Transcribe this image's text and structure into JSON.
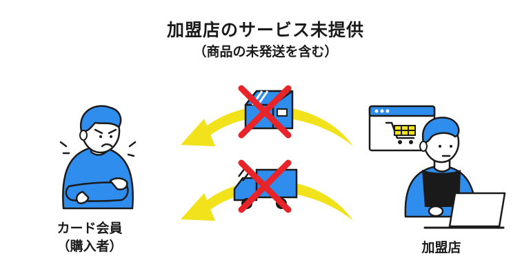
{
  "title": "加盟店のサービス未提供",
  "subtitle": "（商品の未発送を含む）",
  "card_member": {
    "label_line1": "カード会員",
    "label_line2": "（購入者）"
  },
  "merchant": {
    "label": "加盟店"
  },
  "colors": {
    "blue": "#2f8ded",
    "yellow": "#f2e21b",
    "red": "#e8242b",
    "outline": "#1a1a1a",
    "skin": "#ffffff",
    "apron": "#1a1a1a"
  },
  "icons": {
    "package": "package-icon",
    "truck": "delivery-truck-icon",
    "cross": "cross-mark-icon",
    "browser": "browser-window-icon",
    "cart": "shopping-cart-icon",
    "laptop": "laptop-icon"
  }
}
